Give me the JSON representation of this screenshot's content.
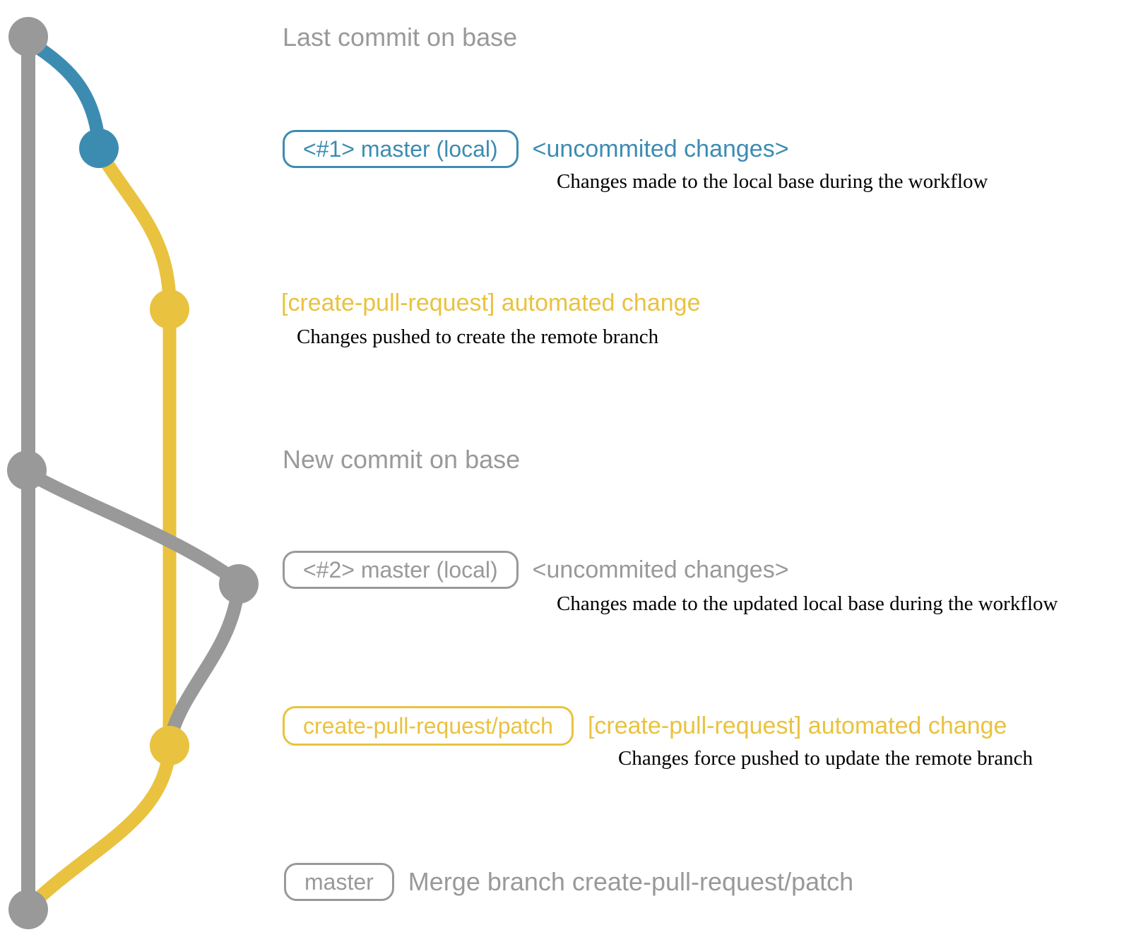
{
  "colors": {
    "base": "#999999",
    "branch1": "#3c8cb2",
    "branch2": "#e9c23f",
    "caption": "#000000",
    "background": "#ffffff"
  },
  "rows": {
    "last_commit": {
      "message": "Last commit on base"
    },
    "wip1": {
      "branch_label": "<#1> master (local)",
      "message": "<uncommited changes>",
      "caption": "Changes made to the local base during the workflow"
    },
    "patch1": {
      "message": "[create-pull-request] automated change",
      "caption": "Changes pushed to create the remote branch"
    },
    "new_commit": {
      "message": "New commit on base"
    },
    "wip2": {
      "branch_label": "<#2> master (local)",
      "message": "<uncommited changes>",
      "caption": "Changes made to the updated local base during the workflow"
    },
    "patch2": {
      "branch_label": "create-pull-request/patch",
      "message": "[create-pull-request] automated change",
      "caption": "Changes force pushed to update the remote branch"
    },
    "merge": {
      "branch_label": "master",
      "message": "Merge branch create-pull-request/patch"
    }
  }
}
